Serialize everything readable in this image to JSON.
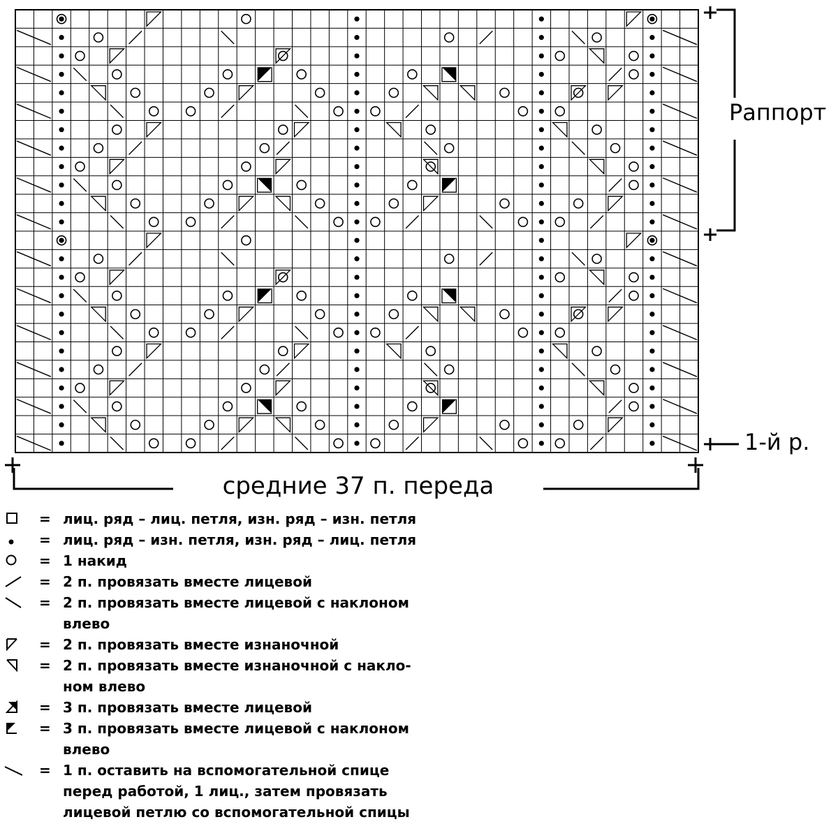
{
  "chart": {
    "rapport_label": "Раппорт",
    "row1_label": "1-й р.",
    "width_label": "средние 37 п. переда"
  },
  "legend": [
    {
      "icon": "empty-square-icon",
      "eq": "=",
      "lines": [
        "лиц. ряд – лиц. петля, изн. ряд – изн. петля"
      ]
    },
    {
      "icon": "dot-icon",
      "eq": "=",
      "lines": [
        "лиц. ряд – изн. петля, изн. ряд – лиц. петля"
      ]
    },
    {
      "icon": "circle-icon",
      "eq": "=",
      "lines": [
        "1 накид"
      ]
    },
    {
      "icon": "slash-right-icon",
      "eq": "=",
      "lines": [
        "2 п. провязать вместе лицевой"
      ]
    },
    {
      "icon": "slash-left-icon",
      "eq": "=",
      "lines": [
        "2 п. провязать вместе лицевой с наклоном",
        "влево"
      ]
    },
    {
      "icon": "triangle-right-icon",
      "eq": "=",
      "lines": [
        "2 п. провязать вместе изнаночной"
      ]
    },
    {
      "icon": "triangle-left-icon",
      "eq": "=",
      "lines": [
        "2 п. провязать вместе изнаночной с накло-",
        "ном влево"
      ]
    },
    {
      "icon": "filled-triangle-right-icon",
      "eq": "=",
      "lines": [
        "3 п. провязать вместе лицевой"
      ]
    },
    {
      "icon": "filled-triangle-left-icon",
      "eq": "=",
      "lines": [
        "3 п. провязать вместе лицевой с наклоном",
        "влево"
      ]
    },
    {
      "icon": "cable-cross-icon",
      "eq": "=",
      "lines": [
        "1 п. оставить на вспомогательной спице",
        "перед работой, 1 лиц., затем провязать",
        "лицевой петлю со вспомогательной спицы"
      ]
    }
  ]
}
